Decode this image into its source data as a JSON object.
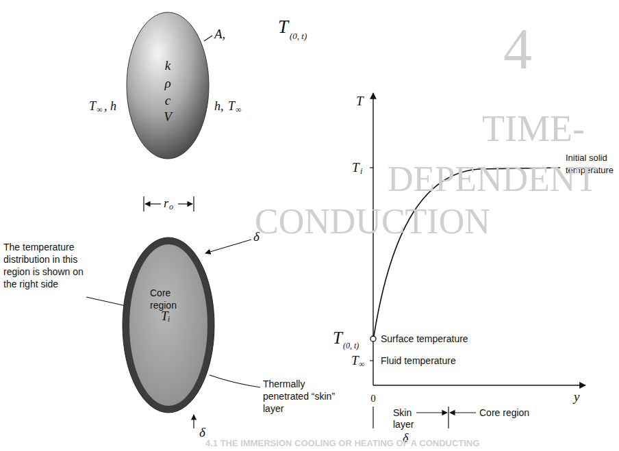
{
  "diagram": {
    "nodes": [
      {
        "text": [
          "k",
          "ρ",
          "c",
          "V"
        ]
      },
      {
        "text": [
          "Core region",
          "Tᵢ"
        ]
      }
    ],
    "labels": [
      "A,",
      "T",
      "(0, t)",
      "T",
      "∞",
      ", h",
      "h,",
      "T",
      "∞",
      "r",
      "o",
      "δ",
      "δ",
      "The temperature distribution in this region is shown on the right side",
      "Thermally penetrated “skin” layer",
      "T",
      "y",
      "T",
      "i",
      "Initial solid temperature",
      "T",
      "(0, t)",
      "Surface temperature",
      "T",
      "∞",
      "Fluid temperature",
      "0",
      "Skin",
      "layer",
      "δ",
      "Core region",
      "4",
      "TIME-",
      "DEPENDENT",
      "CONDUCTION",
      "4.1   THE IMMERSION COOLING OR HEATING OF A CONDUCTING"
    ]
  }
}
